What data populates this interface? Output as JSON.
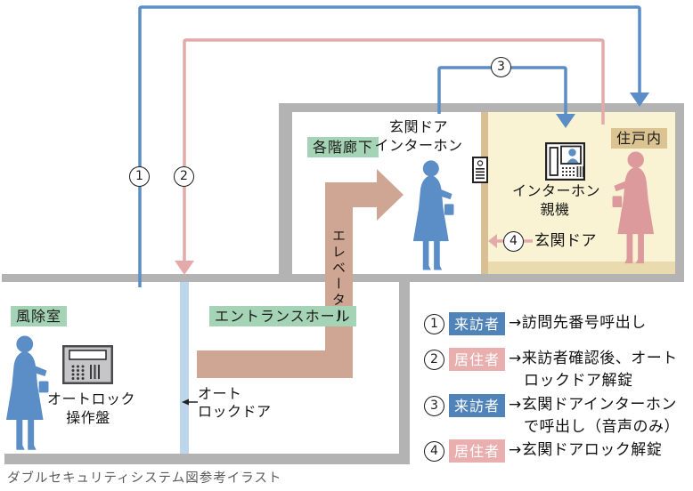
{
  "caption": "ダブルセキュリティシステム図参考イラスト",
  "rooms": {
    "windbreak_room": {
      "label": "風除室"
    },
    "entrance_hall": {
      "label": "エントランスホール"
    },
    "floor_corridor": {
      "label": "各階廊下"
    },
    "dwelling_unit": {
      "label": "住戸内"
    }
  },
  "devices": {
    "autolock_panel": {
      "icon": "keypad-panel-icon",
      "label_lines": [
        "オートロック",
        "操作盤"
      ]
    },
    "autolock_door": {
      "label_lines": [
        "オート",
        "ロックドア"
      ]
    },
    "door_intercom": {
      "icon": "door-intercom-icon",
      "label_lines": [
        "玄関ドア",
        "インターホン"
      ]
    },
    "intercom_main_unit": {
      "icon": "intercom-main-unit-icon",
      "label_lines": [
        "インターホン",
        "親機"
      ]
    },
    "elevator": {
      "label": "エレベーター"
    },
    "entrance_door": {
      "label": "玄関ドア"
    }
  },
  "markers": [
    "1",
    "2",
    "3",
    "4"
  ],
  "legend": {
    "items": [
      {
        "number": "1",
        "actor": "来訪者",
        "actor_type": "visitor",
        "lines": [
          "→訪問先番号呼出し"
        ]
      },
      {
        "number": "2",
        "actor": "居住者",
        "actor_type": "resident",
        "lines": [
          "→来訪者確認後、オート",
          "ロックドア解錠"
        ]
      },
      {
        "number": "3",
        "actor": "来訪者",
        "actor_type": "visitor",
        "lines": [
          "→玄関ドアインターホン",
          "で呼出し（音声のみ）"
        ]
      },
      {
        "number": "4",
        "actor": "居住者",
        "actor_type": "resident",
        "lines": [
          "→玄関ドアロック解錠"
        ]
      }
    ]
  },
  "colors": {
    "wall_gray": "#b3b3b3",
    "room_label_green": "#a5d3b5",
    "dwelling_yellow": "#faf3d3",
    "dwelling_floor_tan": "#eadbae",
    "entrance_door_tan": "#d9bf94",
    "dwelling_tag_tan": "#dbc392",
    "autolock_door_blue": "#bdd6ec",
    "flow_blue": "#5b8ec6",
    "flow_pink": "#e3aaa9",
    "elevator_rose": "#cfa593",
    "visitor_badge_blue": "#5083b8",
    "resident_badge_pink": "#e9aeae",
    "figure_blue": "#5b8ec6",
    "figure_pink": "#dc9a9d"
  }
}
